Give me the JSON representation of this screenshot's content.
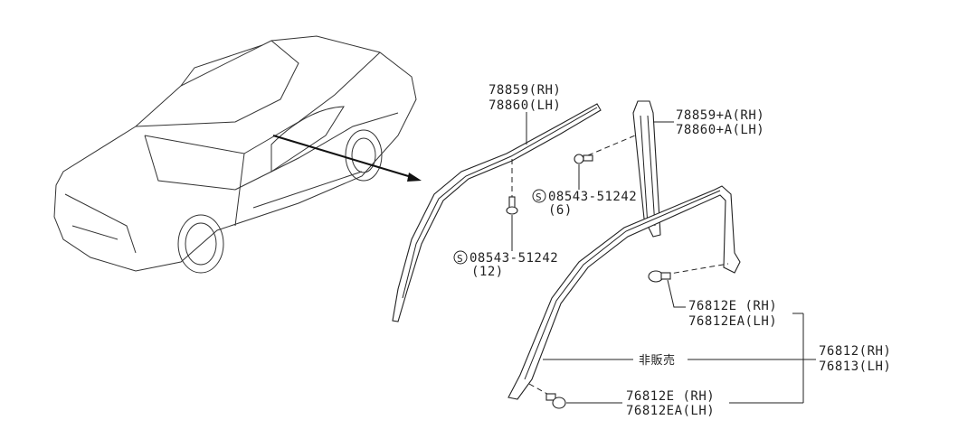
{
  "callouts": {
    "upper_molding": {
      "rh": "78859(RH)",
      "lh": "78860(LH)"
    },
    "pillar_molding": {
      "rh": "78859+A(RH)",
      "lh": "78860+A(LH)"
    },
    "screw_upper": {
      "symbol": "S",
      "part": "08543-51242",
      "qty": "(6)"
    },
    "screw_lower": {
      "symbol": "S",
      "part": "08543-51242",
      "qty": "(12)"
    },
    "clip_upper": {
      "rh": "76812E (RH)",
      "lh": "76812EA(LH)"
    },
    "not_for_sale": "非販売",
    "weatherstrip": {
      "rh": "76812(RH)",
      "lh": "76813(LH)"
    },
    "clip_lower": {
      "rh": "76812E (RH)",
      "lh": "76812EA(LH)"
    }
  }
}
